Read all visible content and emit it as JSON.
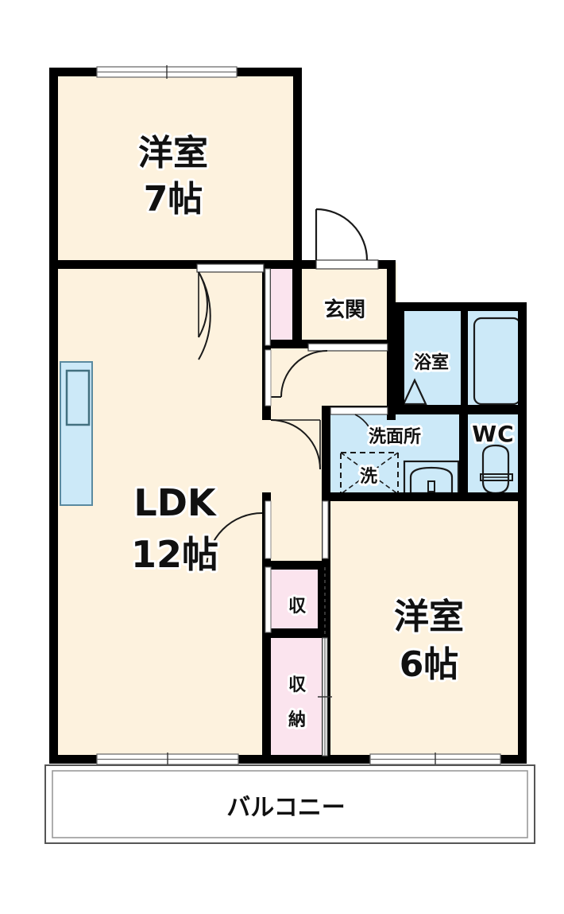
{
  "plan": {
    "kind": "japanese-apartment-floor-plan",
    "layout_type": "2LDK",
    "colors": {
      "wall": "#000000",
      "room_floor": "#fdf2de",
      "wet_area": "#cce9f8",
      "closet": "#fbe4ee",
      "fixture_stroke": "#1a1a1a",
      "balcony_line": "#8a8a8a",
      "label_text": "#111111",
      "label_halo": "#ffffff",
      "background": "#ffffff"
    },
    "rooms": [
      {
        "id": "bedroom-7",
        "name": "洋室",
        "size": "7帖",
        "type": "western-room"
      },
      {
        "id": "ldk",
        "name": "LDK",
        "size": "12帖",
        "type": "living-dining-kitchen"
      },
      {
        "id": "bedroom-6",
        "name": "洋室",
        "size": "6帖",
        "type": "western-room"
      },
      {
        "id": "genkan",
        "name": "玄関",
        "size": "",
        "type": "entrance"
      },
      {
        "id": "bath",
        "name": "浴室",
        "size": "",
        "type": "bathroom"
      },
      {
        "id": "washroom",
        "name": "洗面所",
        "size": "",
        "type": "washroom"
      },
      {
        "id": "toilet",
        "name": "WC",
        "size": "",
        "type": "toilet"
      },
      {
        "id": "closet-small",
        "name": "収",
        "size": "",
        "type": "closet"
      },
      {
        "id": "closet-large",
        "name": "収納",
        "size": "",
        "type": "storage"
      },
      {
        "id": "balcony",
        "name": "バルコニー",
        "size": "",
        "type": "balcony"
      }
    ],
    "labels": {
      "bedroom7_name": "洋室",
      "bedroom7_size": "7帖",
      "ldk_name": "LDK",
      "ldk_size": "12帖",
      "bedroom6_name": "洋室",
      "bedroom6_size": "6帖",
      "genkan": "玄関",
      "bath": "浴室",
      "washroom": "洗面所",
      "washer": "洗",
      "toilet": "WC",
      "closet_small": "収",
      "closet_large": "収納",
      "balcony": "バルコニー"
    },
    "fixtures": [
      {
        "id": "kitchen-sink",
        "label": "",
        "room": "ldk"
      },
      {
        "id": "bathtub",
        "label": "",
        "room": "bath"
      },
      {
        "id": "washbasin",
        "label": "",
        "room": "washroom"
      },
      {
        "id": "washer-space",
        "label": "洗",
        "room": "washroom"
      },
      {
        "id": "toilet-bowl",
        "label": "",
        "room": "toilet"
      }
    ],
    "openings": [
      {
        "id": "window-bedroom7-north",
        "type": "sliding-window"
      },
      {
        "id": "window-ldk-south",
        "type": "sliding-window"
      },
      {
        "id": "window-bedroom6-south",
        "type": "sliding-window"
      },
      {
        "id": "door-entrance",
        "type": "hinged-door"
      },
      {
        "id": "door-genkan-hall",
        "type": "hinged-door"
      },
      {
        "id": "door-hall-ldk",
        "type": "hinged-door"
      },
      {
        "id": "door-bedroom7-ldk",
        "type": "double-hinged-door"
      },
      {
        "id": "door-washroom",
        "type": "hinged-door"
      },
      {
        "id": "door-closet-large",
        "type": "sliding-door"
      },
      {
        "id": "door-closet-small",
        "type": "sliding-door"
      },
      {
        "id": "door-bedroom6",
        "type": "sliding-door"
      }
    ]
  }
}
